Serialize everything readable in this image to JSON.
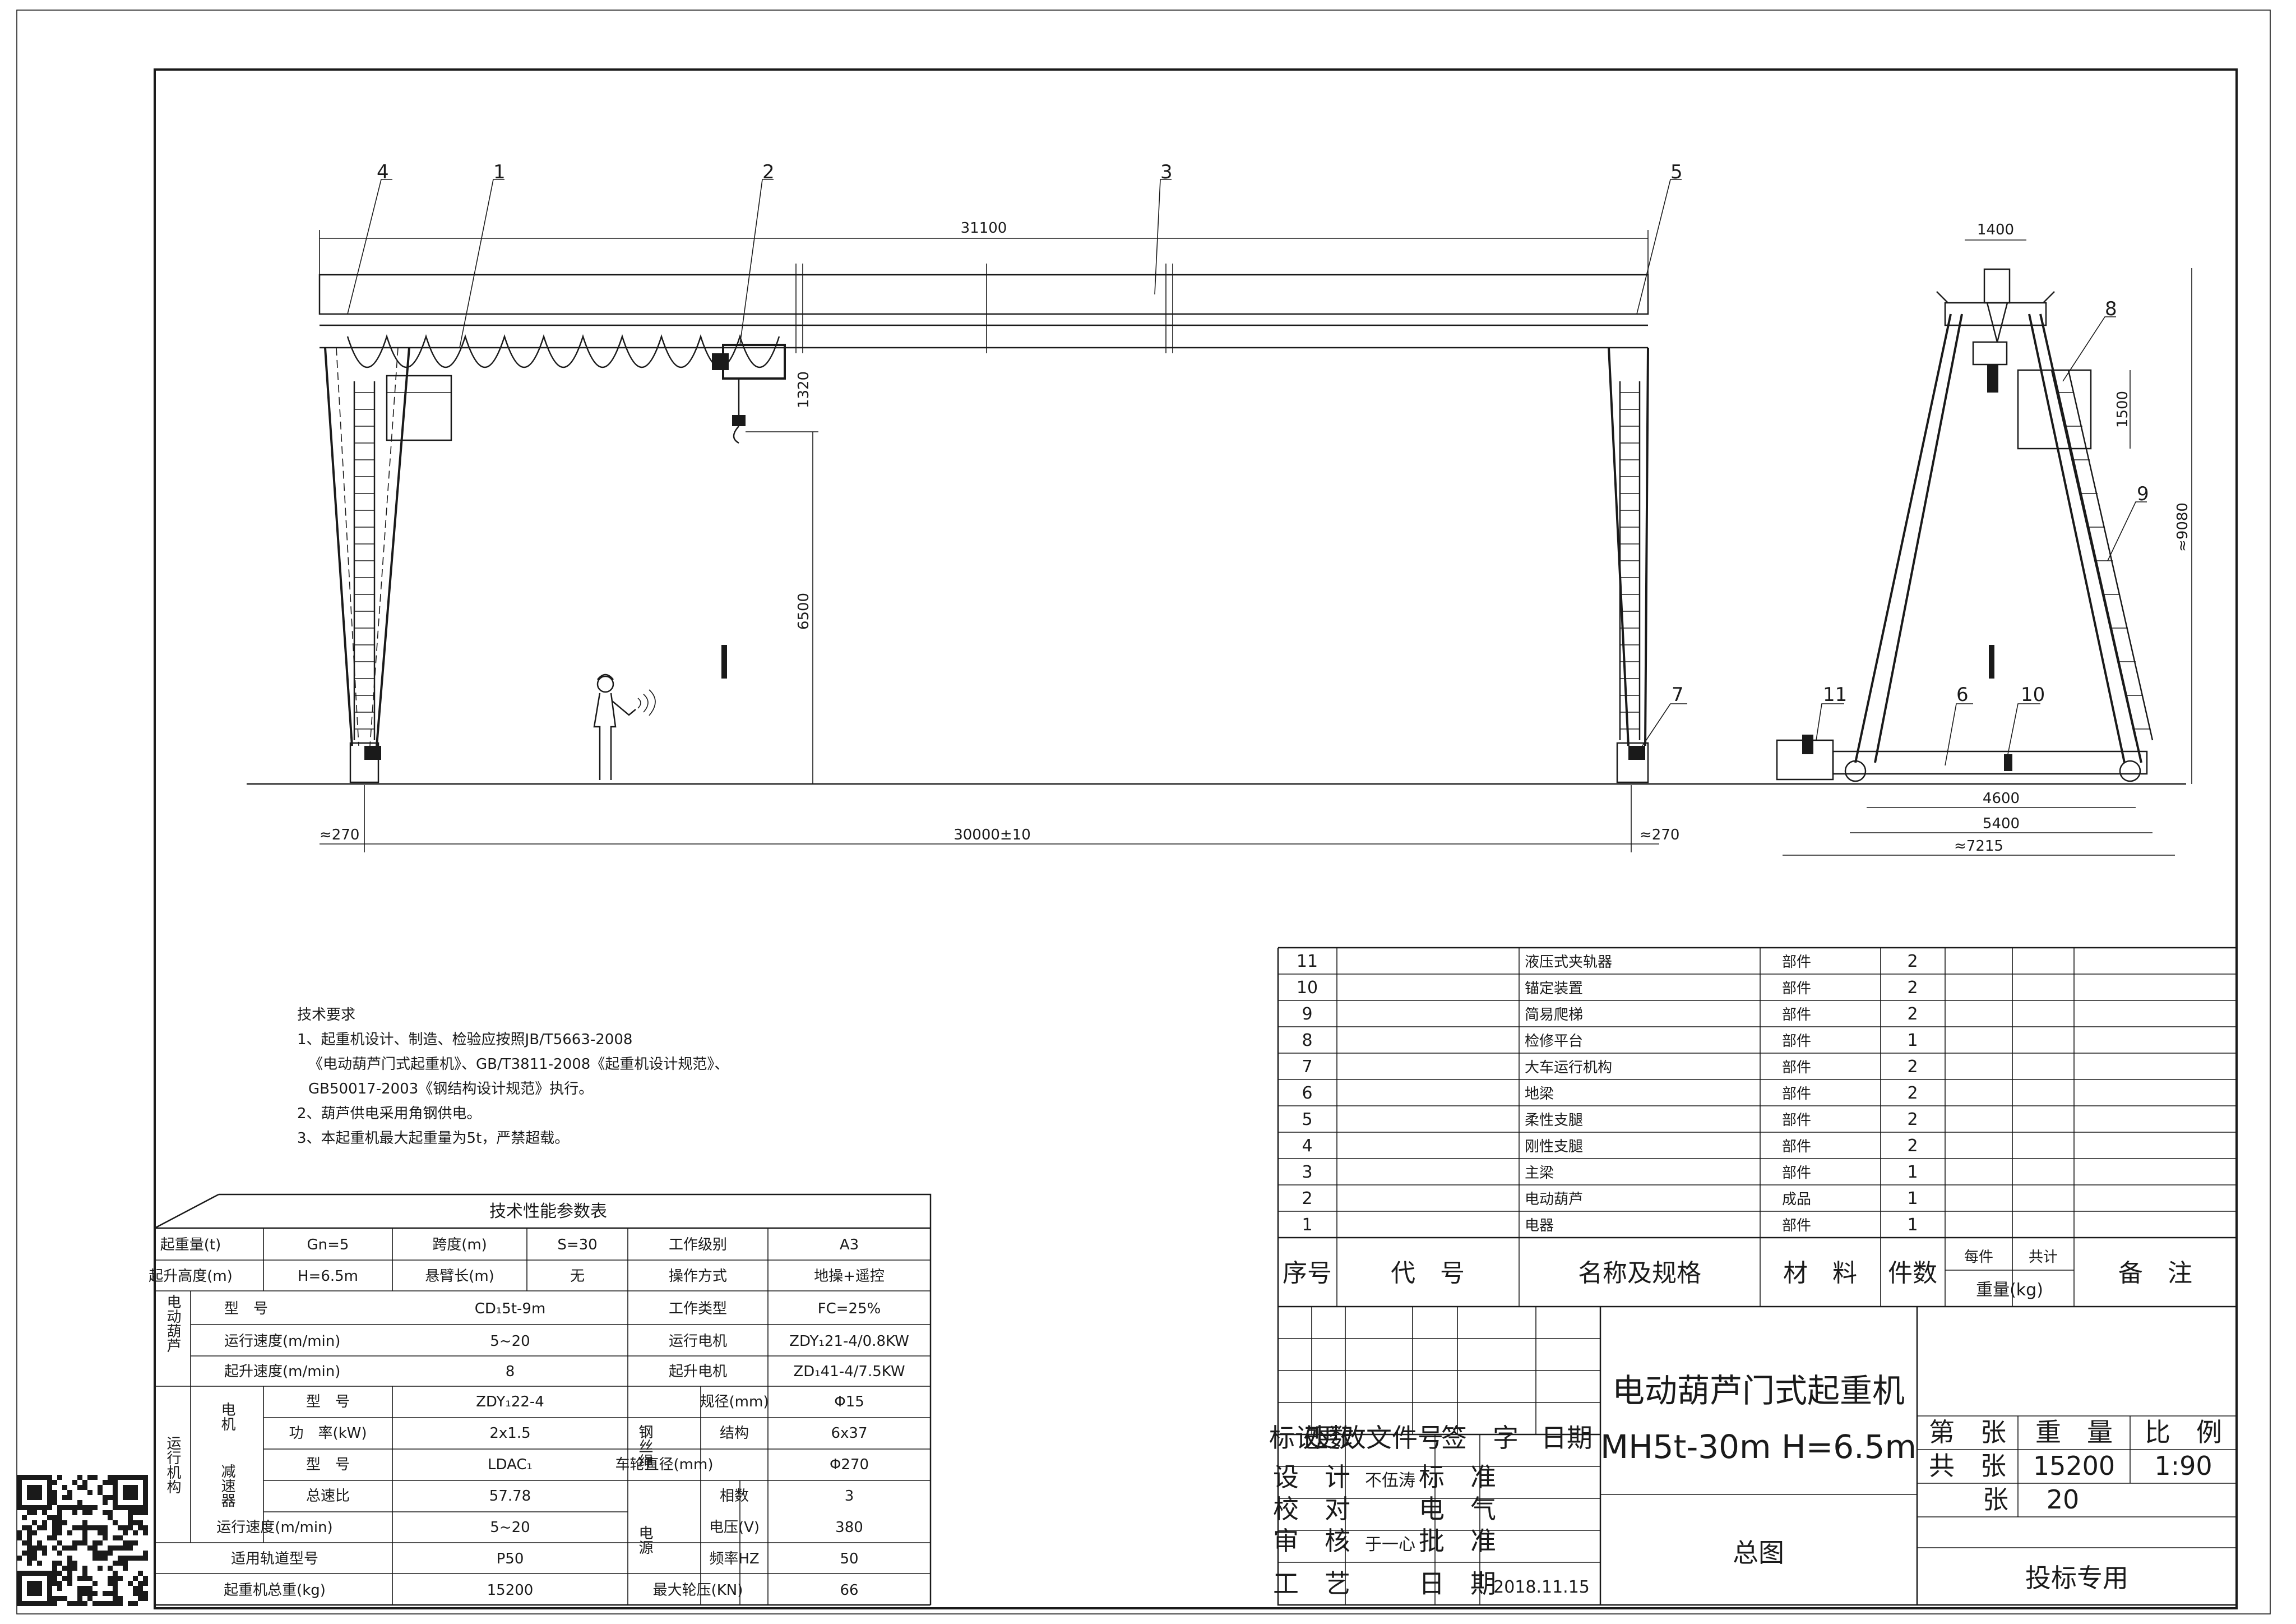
{
  "drawing": {
    "front_view": {
      "callouts": [
        "4",
        "1",
        "2",
        "3",
        "5",
        "7"
      ],
      "dimensions": {
        "overall_length": "31100",
        "lift_height": "6500",
        "hook_gap": "1320",
        "span": "30000±10",
        "overhang_left": "≈270",
        "overhang_right": "≈270"
      }
    },
    "side_view": {
      "callouts": [
        "8",
        "9",
        "11",
        "6",
        "10"
      ],
      "dimensions": {
        "top_width": "1400",
        "platform_height": "1500",
        "total_height": "≈9080",
        "wheel_base": "4600",
        "leg_base": "5400",
        "overall_width": "≈7215"
      }
    }
  },
  "notes": {
    "title": "技术要求",
    "lines": [
      "1、起重机设计、制造、检验应按照JB/T5663-2008",
      "《电动葫芦门式起重机》、GB/T3811-2008《起重机设计规范》、",
      "GB50017-2003《钢结构设计规范》执行。",
      "2、葫芦供电采用角钢供电。",
      "3、本起重机最大起重量为5t，严禁超载。"
    ]
  },
  "spec_table": {
    "title": "技术性能参数表",
    "rows": {
      "capacity": {
        "label": "起重量(t)",
        "value": "Gn=5",
        "span_label": "跨度(m)",
        "span_value": "S=30",
        "duty_label": "工作级别",
        "duty_value": "A3"
      },
      "lift": {
        "label": "起升高度(m)",
        "value": "H=6.5m",
        "cant_label": "悬臂长(m)",
        "cant_value": "无",
        "op_label": "操作方式",
        "op_value": "地操+遥控"
      },
      "hoist_group": "电动葫芦",
      "hoist_model": {
        "label": "型　号",
        "value": "CD₁5t-9m",
        "work_label": "工作类型",
        "work_value": "FC=25%"
      },
      "hoist_speed": {
        "label": "运行速度(m/min)",
        "value": "5~20",
        "motor_label": "运行电机",
        "motor_value": "ZDY₁21-4/0.8KW"
      },
      "hoist_lift": {
        "label": "起升速度(m/min)",
        "value": "8",
        "motor_label": "起升电机",
        "motor_value": "ZD₁41-4/7.5KW"
      },
      "travel_group": "运行机构",
      "motor_sub": "电机",
      "reducer_sub": "减速器",
      "motor_model": {
        "label": "型　号",
        "value": "ZDY₁22-4",
        "wire_label": "规径(mm)",
        "wire_value": "Φ15"
      },
      "motor_power": {
        "label": "功　率(kW)",
        "value": "2x1.5",
        "struct_label": "结构",
        "struct_value": "6x37"
      },
      "reducer_model": {
        "label": "型　号",
        "value": "LDAC₁",
        "wheel_label": "车轮直径(mm)",
        "wheel_value": "Φ270"
      },
      "reducer_ratio": {
        "label": "总速比",
        "value": "57.78"
      },
      "wire_group": "钢丝绳",
      "power_group": "电源",
      "phase": {
        "label": "相数",
        "value": "3"
      },
      "travel_speed": {
        "label": "运行速度(m/min)",
        "value": "5~20",
        "volt_label": "电压(V)",
        "volt_value": "380"
      },
      "rail": {
        "label": "适用轨道型号",
        "value": "P50",
        "freq_label": "频率HZ",
        "freq_value": "50"
      },
      "weight": {
        "label": "起重机总重(kg)",
        "value": "15200",
        "wheel_load_label": "最大轮压(KN)",
        "wheel_load_value": "66"
      }
    }
  },
  "bom": {
    "rows": [
      {
        "no": "11",
        "name": "液压式夹轨器",
        "material": "部件",
        "qty": "2"
      },
      {
        "no": "10",
        "name": "锚定装置",
        "material": "部件",
        "qty": "2"
      },
      {
        "no": "9",
        "name": "简易爬梯",
        "material": "部件",
        "qty": "2"
      },
      {
        "no": "8",
        "name": "检修平台",
        "material": "部件",
        "qty": "1"
      },
      {
        "no": "7",
        "name": "大车运行机构",
        "material": "部件",
        "qty": "2"
      },
      {
        "no": "6",
        "name": "地梁",
        "material": "部件",
        "qty": "2"
      },
      {
        "no": "5",
        "name": "柔性支腿",
        "material": "部件",
        "qty": "2"
      },
      {
        "no": "4",
        "name": "刚性支腿",
        "material": "部件",
        "qty": "2"
      },
      {
        "no": "3",
        "name": "主梁",
        "material": "部件",
        "qty": "1"
      },
      {
        "no": "2",
        "name": "电动葫芦",
        "material": "成品",
        "qty": "1"
      },
      {
        "no": "1",
        "name": "电器",
        "material": "部件",
        "qty": "1"
      }
    ],
    "header": {
      "no": "序号",
      "code": "代　号",
      "name": "名称及规格",
      "material": "材　料",
      "qty": "件数",
      "unit_weight": "每件",
      "total_weight": "共计",
      "weight_label": "重量(kg)",
      "remarks": "备　注"
    }
  },
  "title_block": {
    "title": "电动葫芦门式起重机",
    "model": "MH5t-30m H=6.5m",
    "drawing_name": "总图",
    "purpose": "投标专用",
    "revision_header": {
      "mark": "标记",
      "zone": "处数",
      "doc": "更改文件号",
      "sign": "签　字",
      "date": "日期"
    },
    "roles": {
      "design": "设　计",
      "check": "校　对",
      "review": "审　核",
      "process": "工　艺",
      "standard": "标　准",
      "electrical": "电　气",
      "approve": "批　准",
      "date": "日　期"
    },
    "signatures": {
      "design": "不伍涛",
      "review": "于一心",
      "date": "2018.11.15"
    },
    "sheet": {
      "no_label": "第　张",
      "total_label": "共　张",
      "weight_label": "重　量",
      "scale_label": "比　例",
      "weight": "15200",
      "scale": "1:90",
      "sheet_label": "张",
      "sheet_value": "20"
    }
  }
}
